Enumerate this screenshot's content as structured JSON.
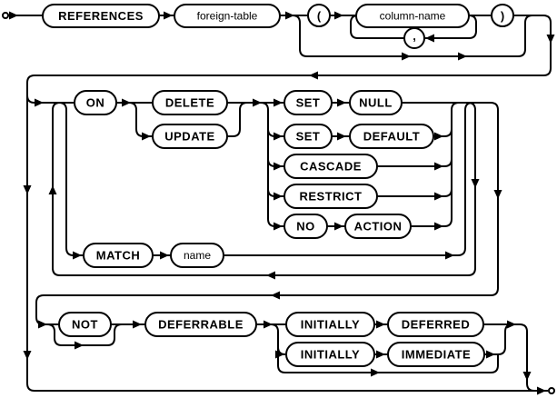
{
  "diagram_type": "railroad-syntax-diagram",
  "colors": {
    "line": "#000000",
    "background": "#ffffff",
    "node_fill": "#ffffff"
  },
  "nodes": {
    "references": "REFERENCES",
    "foreign_table": "foreign-table",
    "lparen": "(",
    "column_name": "column-name",
    "comma": ",",
    "rparen": ")",
    "on": "ON",
    "delete": "DELETE",
    "update": "UPDATE",
    "set1": "SET",
    "null": "NULL",
    "set2": "SET",
    "default": "DEFAULT",
    "cascade": "CASCADE",
    "restrict": "RESTRICT",
    "no": "NO",
    "action": "ACTION",
    "match": "MATCH",
    "name": "name",
    "not": "NOT",
    "deferrable": "DEFERRABLE",
    "initially1": "INITIALLY",
    "deferred": "DEFERRED",
    "initially2": "INITIALLY",
    "immediate": "IMMEDIATE"
  }
}
